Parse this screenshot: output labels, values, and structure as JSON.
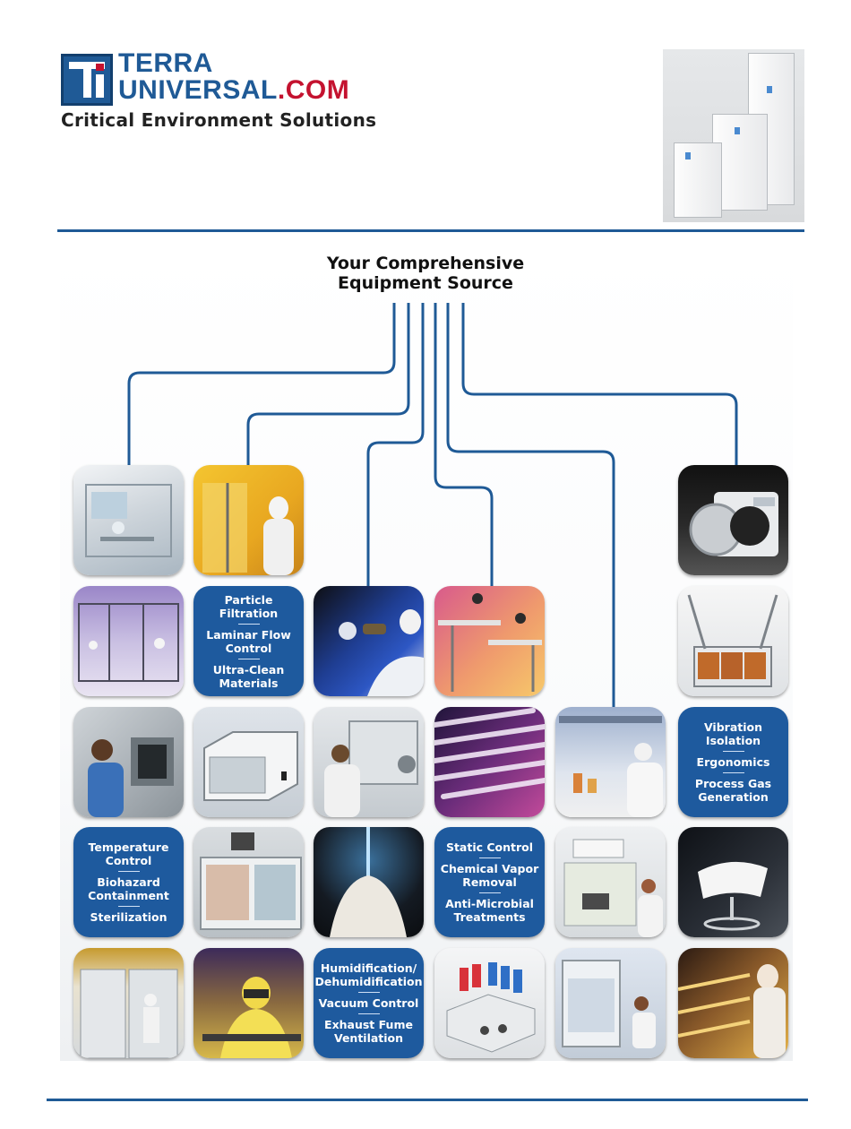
{
  "brand": {
    "name_line1": "TERRA",
    "name_line2": "UNIVERSAL",
    "name_tld": ".COM",
    "tagline": "Critical Environment Solutions",
    "colors": {
      "primary": "#1f5a96",
      "accent": "#c4122f"
    }
  },
  "headline": {
    "line1": "Your Comprehensive",
    "line2": "Equipment Source"
  },
  "category_tiles": {
    "particle": [
      "Particle Filtration",
      "Laminar Flow Control",
      "Ultra-Clean Materials"
    ],
    "vibration": [
      "Vibration Isolation",
      "Ergonomics",
      "Process Gas Generation"
    ],
    "temperature": [
      "Temperature Control",
      "Biohazard Containment",
      "Sterilization"
    ],
    "static": [
      "Static Control",
      "Chemical Vapor Removal",
      "Anti-Microbial Treatments"
    ],
    "humidification": [
      "Humidification/ Dehumidification",
      "Vacuum Control",
      "Exhaust Fume Ventilation"
    ]
  },
  "photo_tiles": [
    "cleanroom-softwall-photo",
    "cleanroom-door-technician-photo",
    "sterilizer-autoclave-photo",
    "modular-cleanroom-photo",
    "glovebox-technician-photo",
    "lab-workstation-photo",
    "wire-rack-cart-photo",
    "passthrough-technician-photo",
    "desiccator-cabinet-photo",
    "isolator-operator-photo",
    "gold-tubes-photo",
    "fume-hood-scientist-photo",
    "incubator-cabinet-photo",
    "vacuum-chamber-photo",
    "balance-enclosure-photo",
    "cleanroom-chair-photo",
    "cleanroom-corridor-photo",
    "technician-bench-photo",
    "orbital-shaker-photo",
    "laminar-hood-workers-photo",
    "technician-shelving-photo"
  ]
}
